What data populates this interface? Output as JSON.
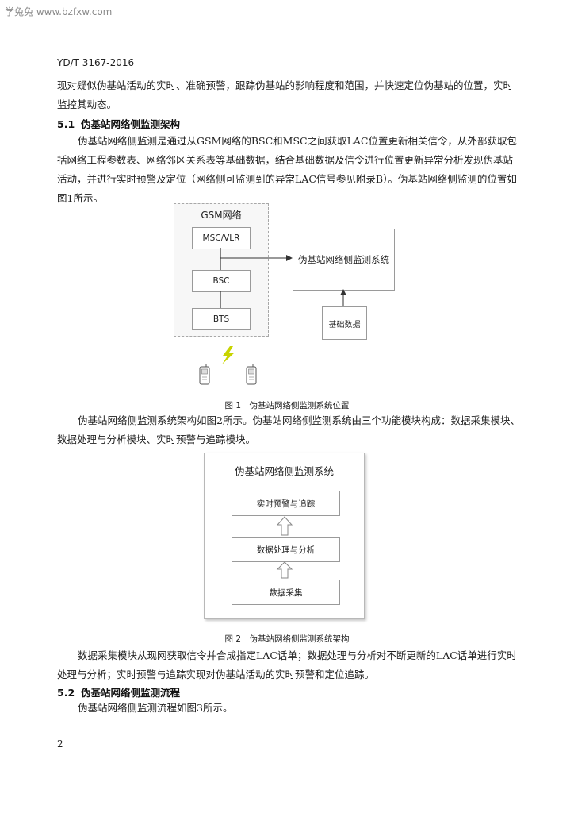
{
  "watermark": "学兔兔 www.bzfxw.com",
  "doc_code": "YD/T 3167-2016",
  "para1": "现对疑似伪基站活动的实时、准确预警，跟踪伪基站的影响程度和范围，并快速定位伪基站的位置，实时监控其动态。",
  "section_5_1": {
    "number": "5.1",
    "title": "伪基站网络侧监测架构"
  },
  "para2": "伪基站网络侧监测是通过从GSM网络的BSC和MSC之间获取LAC位置更新相关信令，从外部获取包括网络工程参数表、网络邻区关系表等基础数据，结合基础数据及信令进行位置更新异常分析发现伪基站活动，并进行实时预警及定位（网络侧可监测到的异常LAC信号参见附录B）。伪基站网络侧监测的位置如图1所示。",
  "figure1": {
    "group_label": "GSM网络",
    "msc_vlr": "MSC/VLR",
    "bsc": "BSC",
    "bts": "BTS",
    "system_label": "伪基站网络侧监测系统",
    "base_data": "基础数据",
    "caption": "图 1　伪基站网络侧监测系统位置"
  },
  "para3": "伪基站网络侧监测系统架构如图2所示。伪基站网络侧监测系统由三个功能模块构成：数据采集模块、数据处理与分析模块、实时预警与追踪模块。",
  "figure2": {
    "title": "伪基站网络侧监测系统",
    "modules": [
      "实时预警与追踪",
      "数据处理与分析",
      "数据采集"
    ],
    "caption": "图 2　伪基站网络侧监测系统架构"
  },
  "para4": "数据采集模块从现网获取信令并合成指定LAC话单；数据处理与分析对不断更新的LAC话单进行实时处理与分析；实时预警与追踪实现对伪基站活动的实时预警和定位追踪。",
  "section_5_2": {
    "number": "5.2",
    "title": "伪基站网络侧监测流程"
  },
  "para5": "伪基站网络侧监测流程如图3所示。",
  "page_number": "2"
}
